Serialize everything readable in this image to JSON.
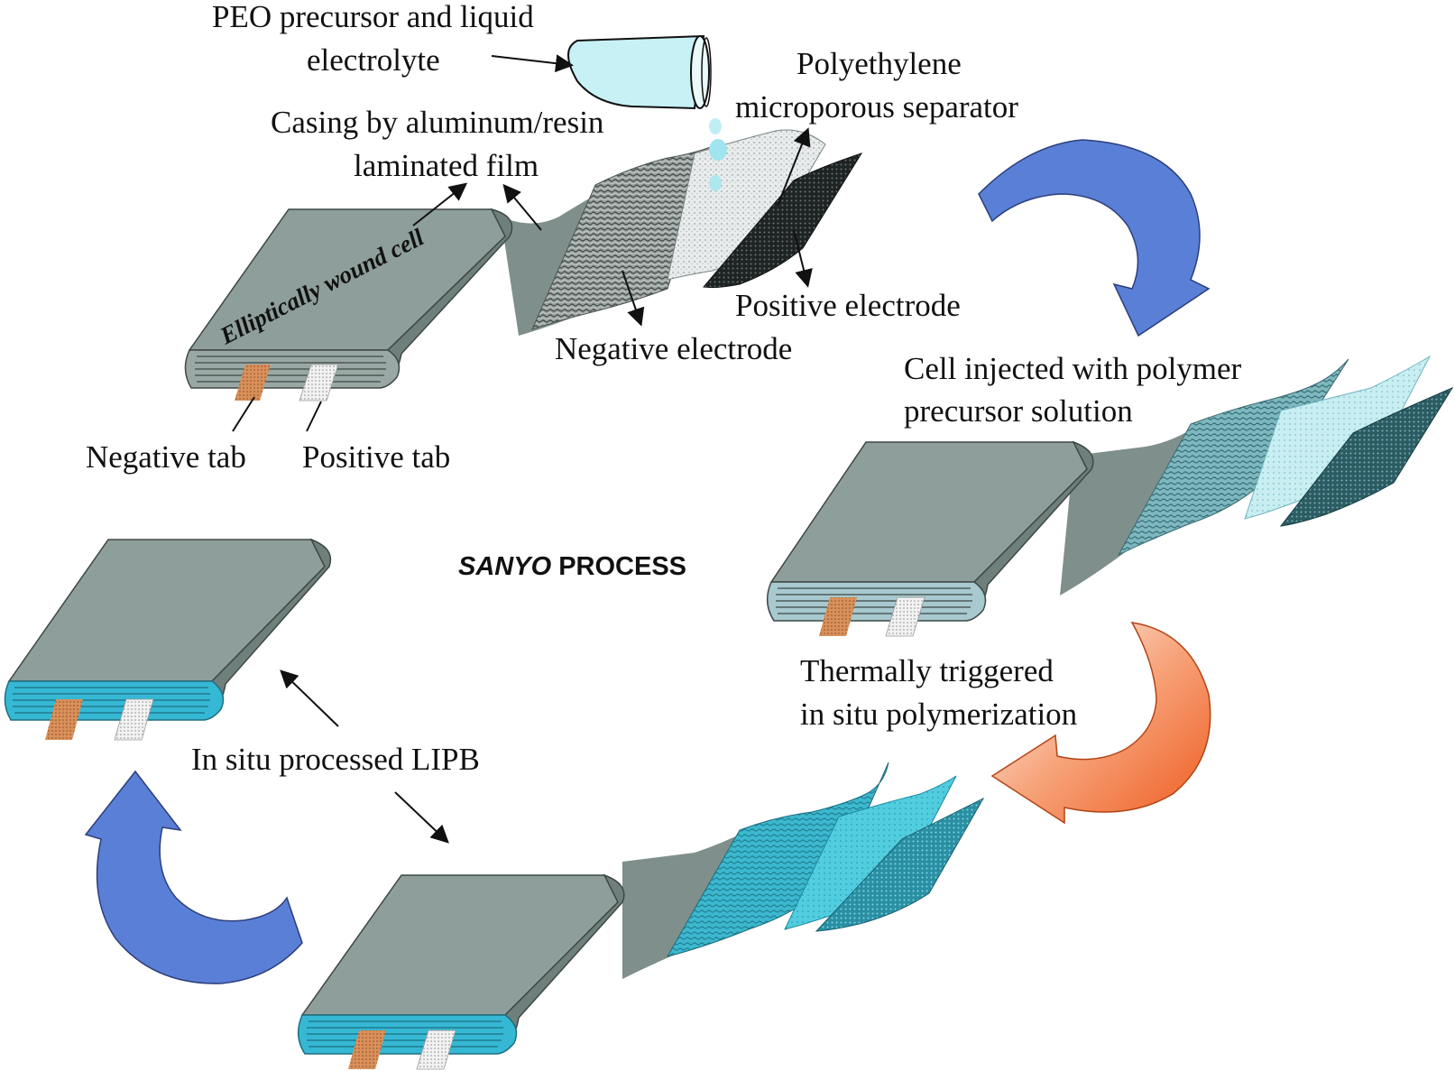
{
  "labels": {
    "peo_precursor_line1": "PEO precursor and liquid",
    "peo_precursor_line2": "electrolyte",
    "polyethylene_line1": "Polyethylene",
    "polyethylene_line2": "microporous separator",
    "casing_line1": "Casing by aluminum/resin",
    "casing_line2": "laminated film",
    "elliptically_wound": "Elliptically wound cell",
    "positive_electrode": "Positive electrode",
    "negative_electrode": "Negative electrode",
    "negative_tab": "Negative tab",
    "positive_tab": "Positive tab",
    "cell_injected_line1": "Cell injected with polymer",
    "cell_injected_line2": "precursor solution",
    "process_title_italic": "SANYO",
    "process_title_rest": " PROCESS",
    "thermally_line1": "Thermally triggered",
    "thermally_line2": "in situ polymerization",
    "in_situ_lipb": "In situ processed LIPB"
  },
  "colors": {
    "casing": "#8e9e9a",
    "casing_side": "#6f7f7b",
    "casing_dark": "#5d6d69",
    "electrolyte_cyan": "#35b8d4",
    "negative_tab": "#d9905a",
    "positive_tab": "#eeeeee",
    "blue_arrow": "#5a7fd6",
    "orange_arrow": "#f06a2c",
    "beaker": "#c7f1f4"
  },
  "icons": {
    "beaker": "pouring-beaker-icon",
    "droplet": "liquid-drop-icon"
  }
}
